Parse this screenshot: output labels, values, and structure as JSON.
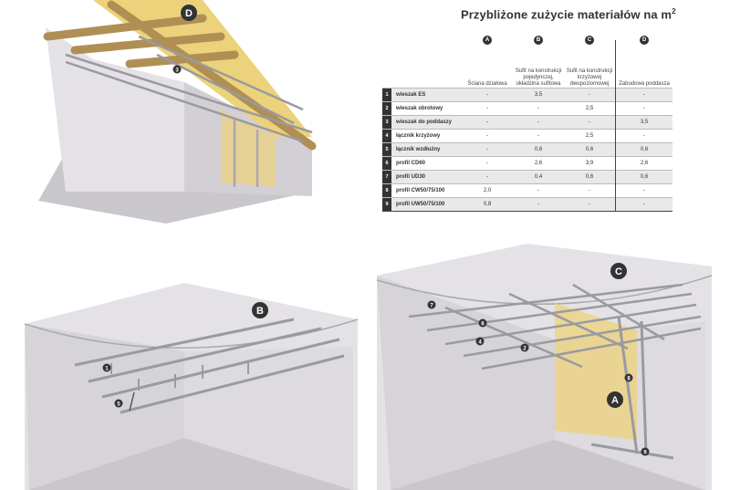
{
  "title": {
    "main": "Przybliżone zużycie materiałów na m",
    "sup": "2"
  },
  "table": {
    "columns": [
      {
        "badge": "A",
        "label": "Ściana działowa"
      },
      {
        "badge": "B",
        "label": "Sufit na konstrukcji pojedynczej, okładzina sufitowa"
      },
      {
        "badge": "C",
        "label": "Sufit na konstrukcji krzyżowej dwupoziomowej"
      },
      {
        "badge": "D",
        "label": "Zabudowa poddasza"
      }
    ],
    "rows": [
      {
        "num": "1",
        "name": "wieszak ES",
        "values": [
          "-",
          "3,5",
          "-",
          "-"
        ]
      },
      {
        "num": "2",
        "name": "wieszak obrotowy",
        "values": [
          "-",
          "-",
          "2,5",
          "-"
        ]
      },
      {
        "num": "3",
        "name": "wieszak do poddaszy",
        "values": [
          "-",
          "-",
          "-",
          "3,5"
        ]
      },
      {
        "num": "4",
        "name": "łącznik krzyżowy",
        "values": [
          "-",
          "-",
          "2,5",
          "-"
        ]
      },
      {
        "num": "5",
        "name": "łącznik wzdłużny",
        "values": [
          "-",
          "0,6",
          "0,6",
          "0,6"
        ]
      },
      {
        "num": "6",
        "name": "profil CD60",
        "values": [
          "-",
          "2,6",
          "3,9",
          "2,6"
        ]
      },
      {
        "num": "7",
        "name": "profil UD30",
        "values": [
          "-",
          "0,4",
          "0,6",
          "0,6"
        ]
      },
      {
        "num": "8",
        "name": "profil CW50/75/100",
        "values": [
          "2,0",
          "-",
          "-",
          "-"
        ]
      },
      {
        "num": "9",
        "name": "profil UW50/75/100",
        "values": [
          "0,8",
          "-",
          "-",
          "-"
        ]
      }
    ]
  },
  "illustrations": {
    "D": {
      "letter": "D",
      "callouts": [
        "3"
      ]
    },
    "B": {
      "letter": "B",
      "callouts": [
        "1",
        "5"
      ]
    },
    "C": {
      "letter": "C",
      "callouts": [
        "7",
        "6",
        "4",
        "2",
        "8",
        "9"
      ],
      "sub_letter": "A"
    }
  },
  "colors": {
    "wall": "#e4e2e6",
    "floor": "#c9c7cc",
    "insulation": "#ecd27a",
    "wood": "#c9a86a",
    "profile": "#a8a8ae",
    "badge": "#333333"
  }
}
